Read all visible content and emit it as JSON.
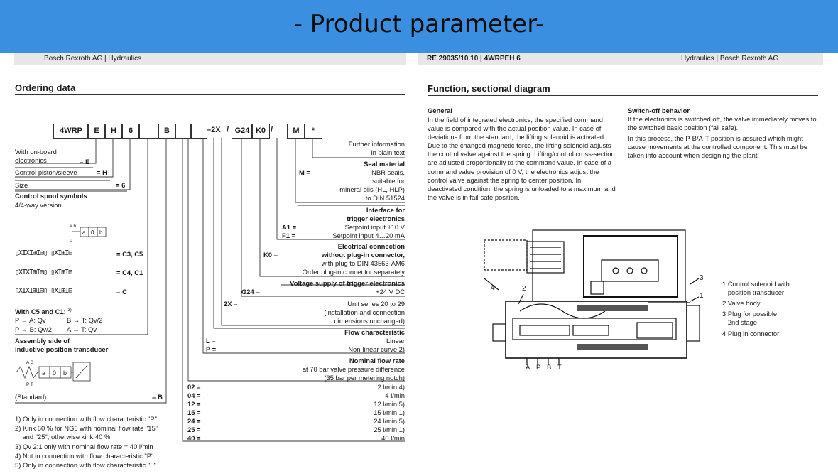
{
  "banner": {
    "title": "- Product parameter-"
  },
  "strip": {
    "left_text": "Bosch Rexroth AG  |  Hydraulics",
    "center_text": "RE 29035/10.10  |  4WRPEH 6",
    "right_text": "Hydraulics  |  Bosch Rexroth AG"
  },
  "ordering": {
    "heading": "Ordering data",
    "code_boxes": [
      "4WRP",
      "E",
      "H",
      "6",
      "",
      "B",
      "",
      "–2X",
      "/",
      "G24",
      "K0",
      "/",
      "M",
      "*"
    ],
    "left_labels": {
      "onboard_1": "With on-board",
      "onboard_2": "electronics",
      "onboard_val": "= E",
      "piston": "Control piston/sleeve",
      "piston_val": "= H",
      "size": "Size",
      "size_val": "= 6",
      "spool_heading": "Control spool symbols",
      "spool_sub": "4/4-way version",
      "spool_c3c5": "= C3, C5",
      "spool_c4c1": "= C4, C1",
      "spool_c": "= C",
      "c5c1_heading": "With C5 and C1:",
      "c5c1_note": "3)",
      "flow_pa": "P → A: Qv",
      "flow_bt": "B → T: Qv/2",
      "flow_pb": "P → B: Qv/2",
      "flow_at": "A → T: Qv",
      "assembly_1": "Assembly side of",
      "assembly_2": "inductive position transducer",
      "standard": "(Standard)",
      "standard_val": "= B"
    },
    "right_blocks": {
      "further_1": "Further information",
      "further_2": "in plain text",
      "seal_head": "Seal material",
      "seal_key": "M =",
      "seal_1": "NBR seals,",
      "seal_2": "suitable for",
      "seal_3": "mineral oils (HL, HLP)",
      "seal_4": "to DIN 51524",
      "iface_head_1": "Interface for",
      "iface_head_2": "trigger electronics",
      "iface_a1_key": "A1 =",
      "iface_a1": "Setpoint input ±10 V",
      "iface_f1_key": "F1 =",
      "iface_f1": "Setpoint input 4…20 mA",
      "elec_head_1": "Electrical connection",
      "elec_head_2": "without plug-in connector,",
      "elec_key": "K0 =",
      "elec_1": "with plug to DIN 43563-AM6",
      "elec_2": "Order plug-in connector separately",
      "volt_head": "Voltage supply of trigger electronics",
      "volt_key": "G24 =",
      "volt_val": "+24 V DC",
      "unit_key": "2X =",
      "unit_1": "Unit series 20 to 29",
      "unit_2": "(installation and connection",
      "unit_3": "dimensions unchanged)",
      "flowchar_head": "Flow characteristic",
      "flowchar_l_key": "L =",
      "flowchar_l": "Linear",
      "flowchar_p_key": "P =",
      "flowchar_p": "Non-linear curve 2)",
      "nominal_head": "Nominal flow rate",
      "nominal_1": "at 70 bar valve pressure difference",
      "nominal_2": "(35 bar per metering notch)"
    },
    "flow_rates": [
      {
        "key": "02 =",
        "val": "2 l/min 4)"
      },
      {
        "key": "04 =",
        "val": "4 l/min"
      },
      {
        "key": "12 =",
        "val": "12 l/min 5)"
      },
      {
        "key": "15 =",
        "val": "15 l/min 1)"
      },
      {
        "key": "24 =",
        "val": "24 l/min 5)"
      },
      {
        "key": "25 =",
        "val": "25 l/min 1)"
      },
      {
        "key": "40 =",
        "val": "40 l/min"
      }
    ],
    "footnotes": [
      "1) Only in connection with flow characteristic \"P\"",
      "2) Kink 60 % for NG6 with nominal flow rate \"15\"",
      "    and \"25\", otherwise kink 40 %",
      "3) Qv 2:1 only with nominal flow rate = 40 l/min",
      "4) Not in connection with flow characteristic \"P\"",
      "5) Only in connection with flow characteristic \"L\""
    ]
  },
  "function": {
    "heading": "Function, sectional diagram",
    "general_head": "General",
    "general_text": "In the field of integrated electronics, the specified command value is compared with the actual position value. In case of deviations from the standard, the lifting solenoid is activated. Due to the changed magnetic force, the lifting solenoid adjusts the control valve against the spring. Lifting/control cross-section are adjusted proportionally to the command value. In case of a command value provision of 0 V, the electronics adjust the control valve against the spring to center position. In deactivated condition, the spring is unloaded to a maximum and the valve is in fail-safe position.",
    "switchoff_head": "Switch-off behavior",
    "switchoff_1": "If the electronics is switched off, the valve immediately moves to the switched basic position (fail safe).",
    "switchoff_2": "In this process, the P-B/A-T position is assured which might cause movements at the controlled component. This must be taken into account when designing the plant.",
    "callouts": [
      "1",
      "2",
      "3",
      "4"
    ],
    "ports": [
      "A",
      "P",
      "B",
      "T"
    ],
    "legend": [
      "1 Control solenoid with",
      "   position transducer",
      "2 Valve body",
      "3 Plug for possible",
      "   2nd stage",
      "4 Plug in connector"
    ],
    "symbol_letters": [
      "a",
      "0",
      "b"
    ]
  }
}
